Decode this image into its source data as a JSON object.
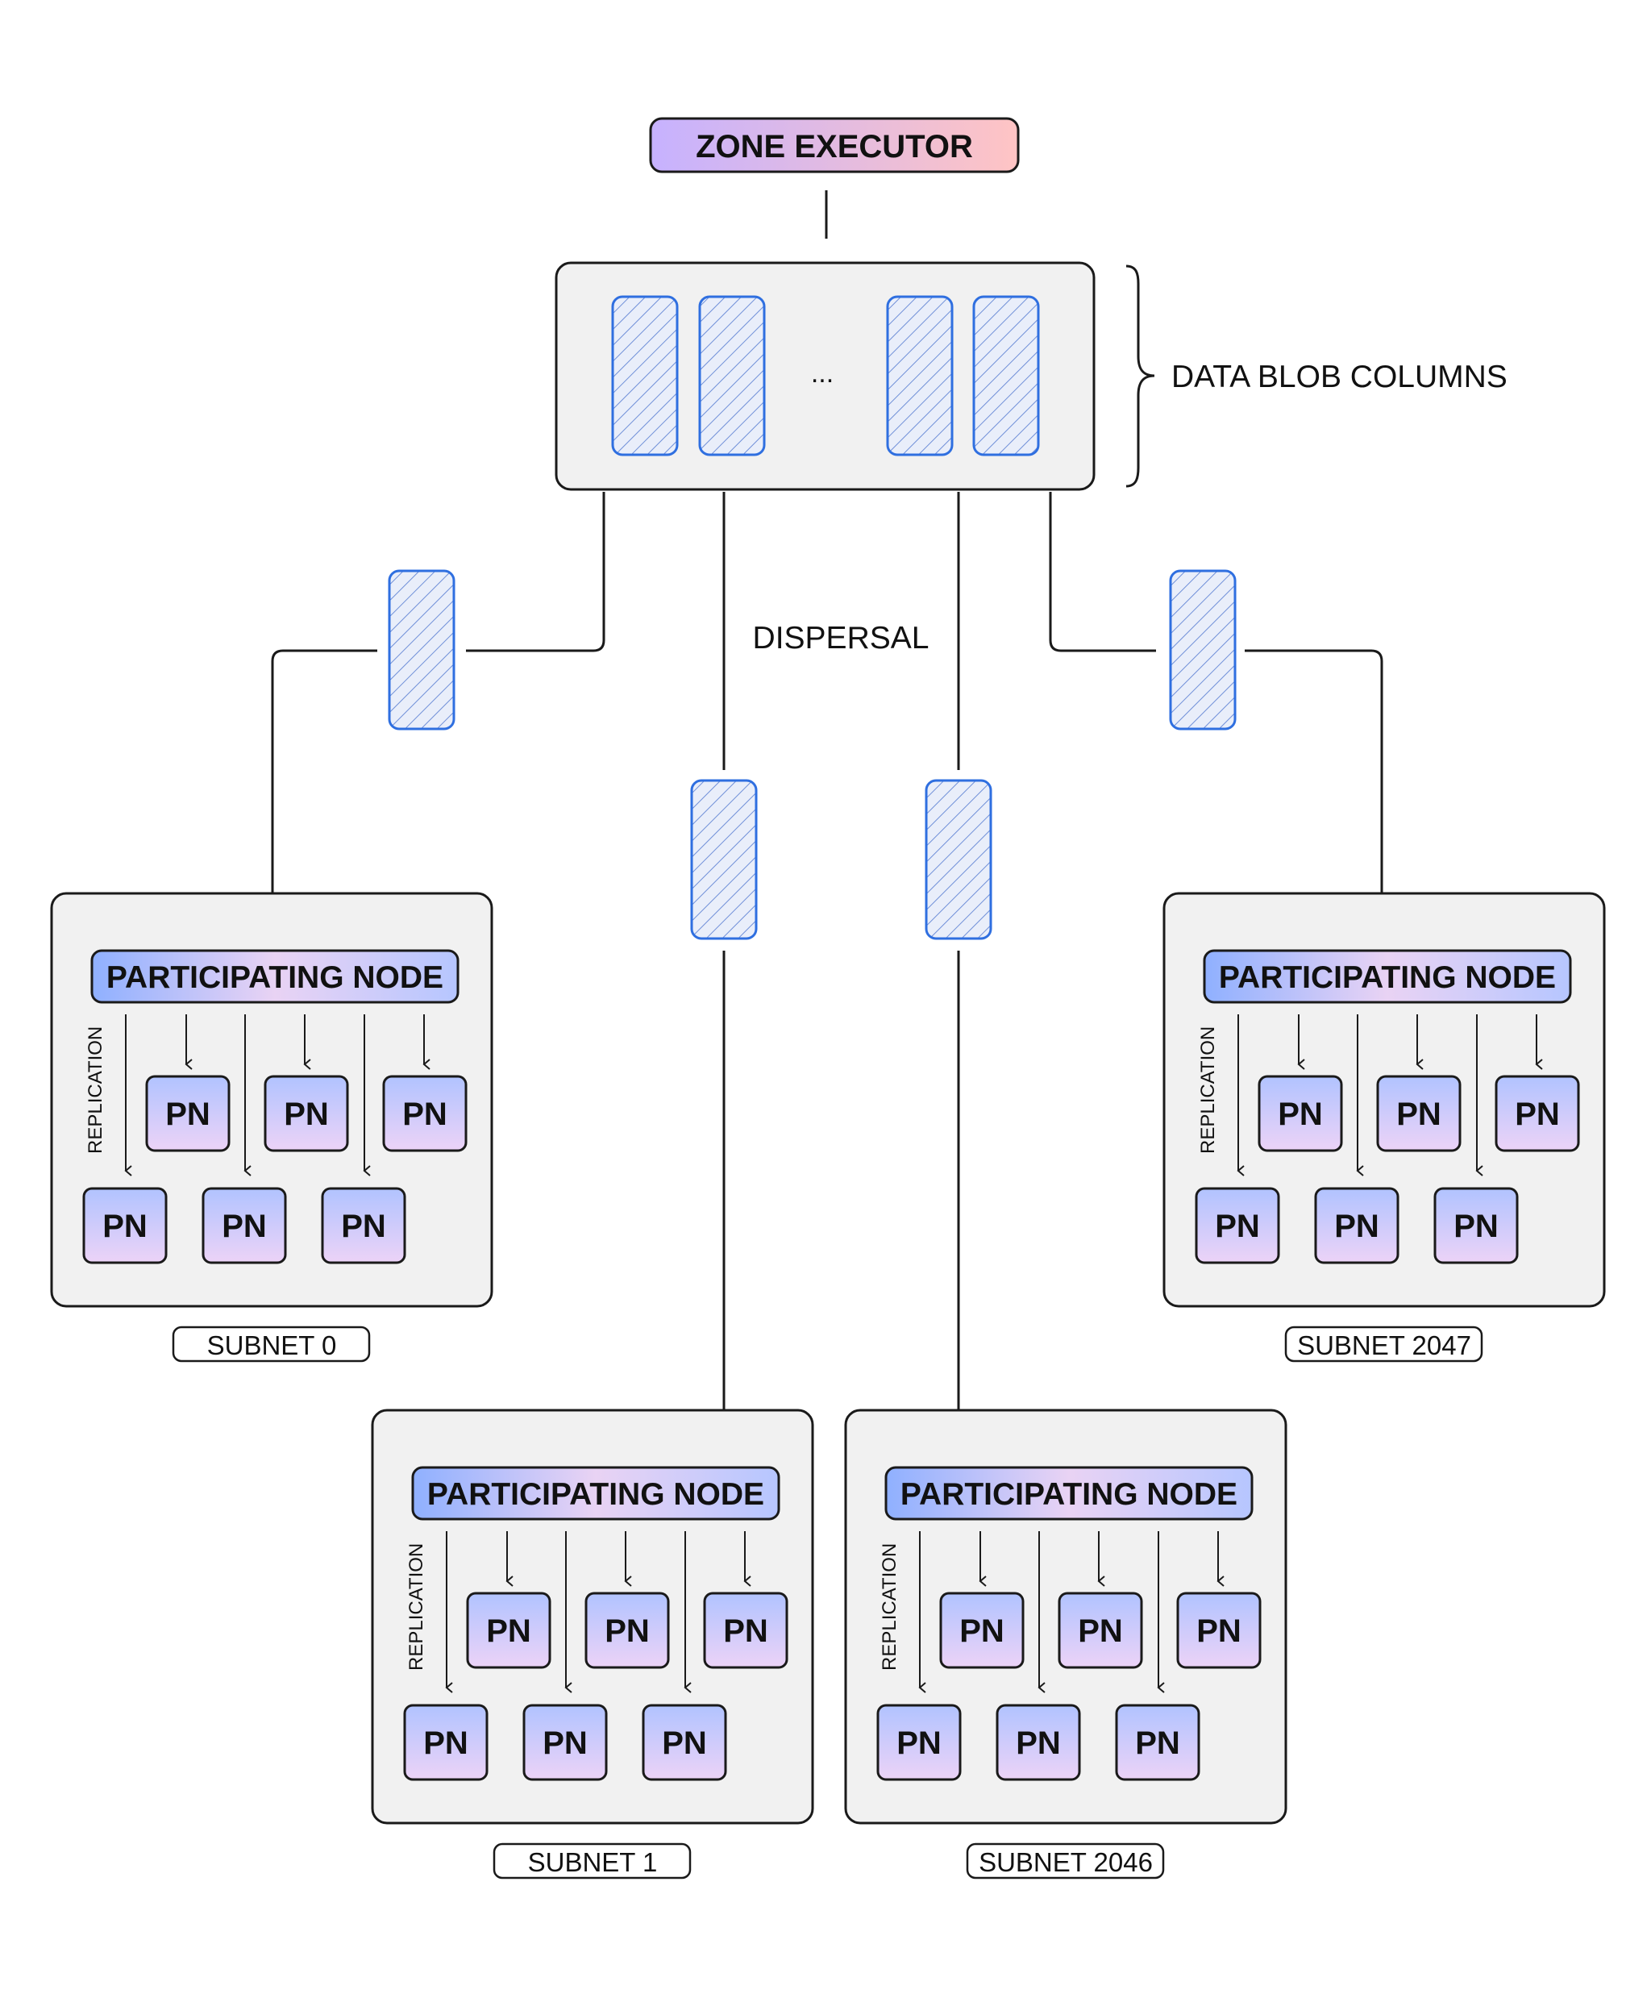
{
  "zone_executor": {
    "label": "ZONE EXECUTOR"
  },
  "data_blob": {
    "label": "DATA BLOB COLUMNS",
    "ellipsis": "..."
  },
  "dispersal": {
    "label": "DISPERSAL"
  },
  "subnets": [
    {
      "name": "SUBNET 0",
      "node_label": "PARTICIPATING NODE",
      "replication_label": "REPLICATION",
      "top_row": [
        "PN",
        "PN",
        "PN"
      ],
      "bottom_row": [
        "PN",
        "PN",
        "PN"
      ]
    },
    {
      "name": "SUBNET 2047",
      "node_label": "PARTICIPATING NODE",
      "replication_label": "REPLICATION",
      "top_row": [
        "PN",
        "PN",
        "PN"
      ],
      "bottom_row": [
        "PN",
        "PN",
        "PN"
      ]
    },
    {
      "name": "SUBNET 1",
      "node_label": "PARTICIPATING NODE",
      "replication_label": "REPLICATION",
      "top_row": [
        "PN",
        "PN",
        "PN"
      ],
      "bottom_row": [
        "PN",
        "PN",
        "PN"
      ]
    },
    {
      "name": "SUBNET 2046",
      "node_label": "PARTICIPATING NODE",
      "replication_label": "REPLICATION",
      "top_row": [
        "PN",
        "PN",
        "PN"
      ],
      "bottom_row": [
        "PN",
        "PN",
        "PN"
      ]
    }
  ],
  "colors": {
    "stroke": "#1a1a1a",
    "panel_fill": "#f1f1f1",
    "blob_stroke": "#2f6fe0",
    "blob_hatch": "#6f8fd8",
    "zone_gradient_start": "#c6b2ff",
    "zone_gradient_end": "#ffc4c4",
    "node_gradient_start": "#8fb0ff",
    "node_gradient_mid": "#e9d3f4",
    "node_gradient_end": "#b6c6ff",
    "pn_gradient_top": "#b1c3ff",
    "pn_gradient_bottom": "#ecd3f7"
  }
}
